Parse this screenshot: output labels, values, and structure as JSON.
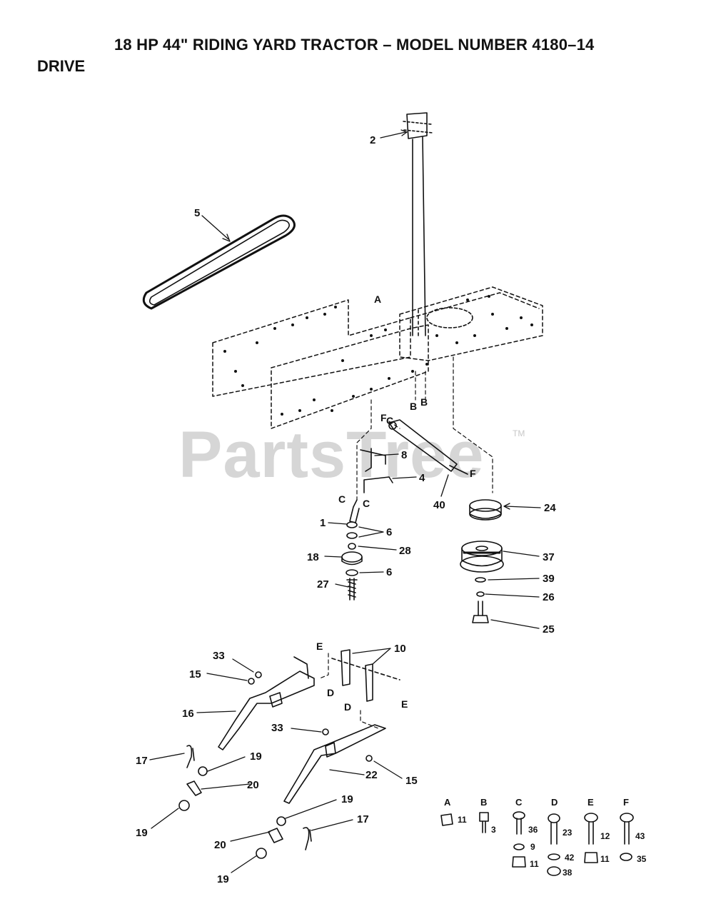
{
  "header": {
    "title": "18 HP 44\" RIDING YARD TRACTOR – MODEL NUMBER 4180–14",
    "section": "DRIVE"
  },
  "watermark": {
    "text": "PartsTree",
    "tm": "TM"
  },
  "callouts": [
    "2",
    "5",
    "8",
    "4",
    "40",
    "24",
    "1",
    "6",
    "28",
    "18",
    "6",
    "27",
    "37",
    "39",
    "26",
    "25",
    "10",
    "33",
    "15",
    "16",
    "33",
    "17",
    "19",
    "20",
    "22",
    "15",
    "19",
    "19",
    "20",
    "17",
    "19"
  ],
  "frame_letters": [
    "A",
    "B",
    "B",
    "F",
    "C",
    "C",
    "C",
    "F",
    "E",
    "E",
    "D",
    "D"
  ],
  "legend": [
    {
      "letter": "A",
      "parts": [
        "11"
      ]
    },
    {
      "letter": "B",
      "parts": [
        "3"
      ]
    },
    {
      "letter": "C",
      "parts": [
        "36",
        "9",
        "11"
      ]
    },
    {
      "letter": "D",
      "parts": [
        "23",
        "42",
        "38"
      ]
    },
    {
      "letter": "E",
      "parts": [
        "12",
        "11"
      ]
    },
    {
      "letter": "F",
      "parts": [
        "43",
        "35"
      ]
    }
  ]
}
